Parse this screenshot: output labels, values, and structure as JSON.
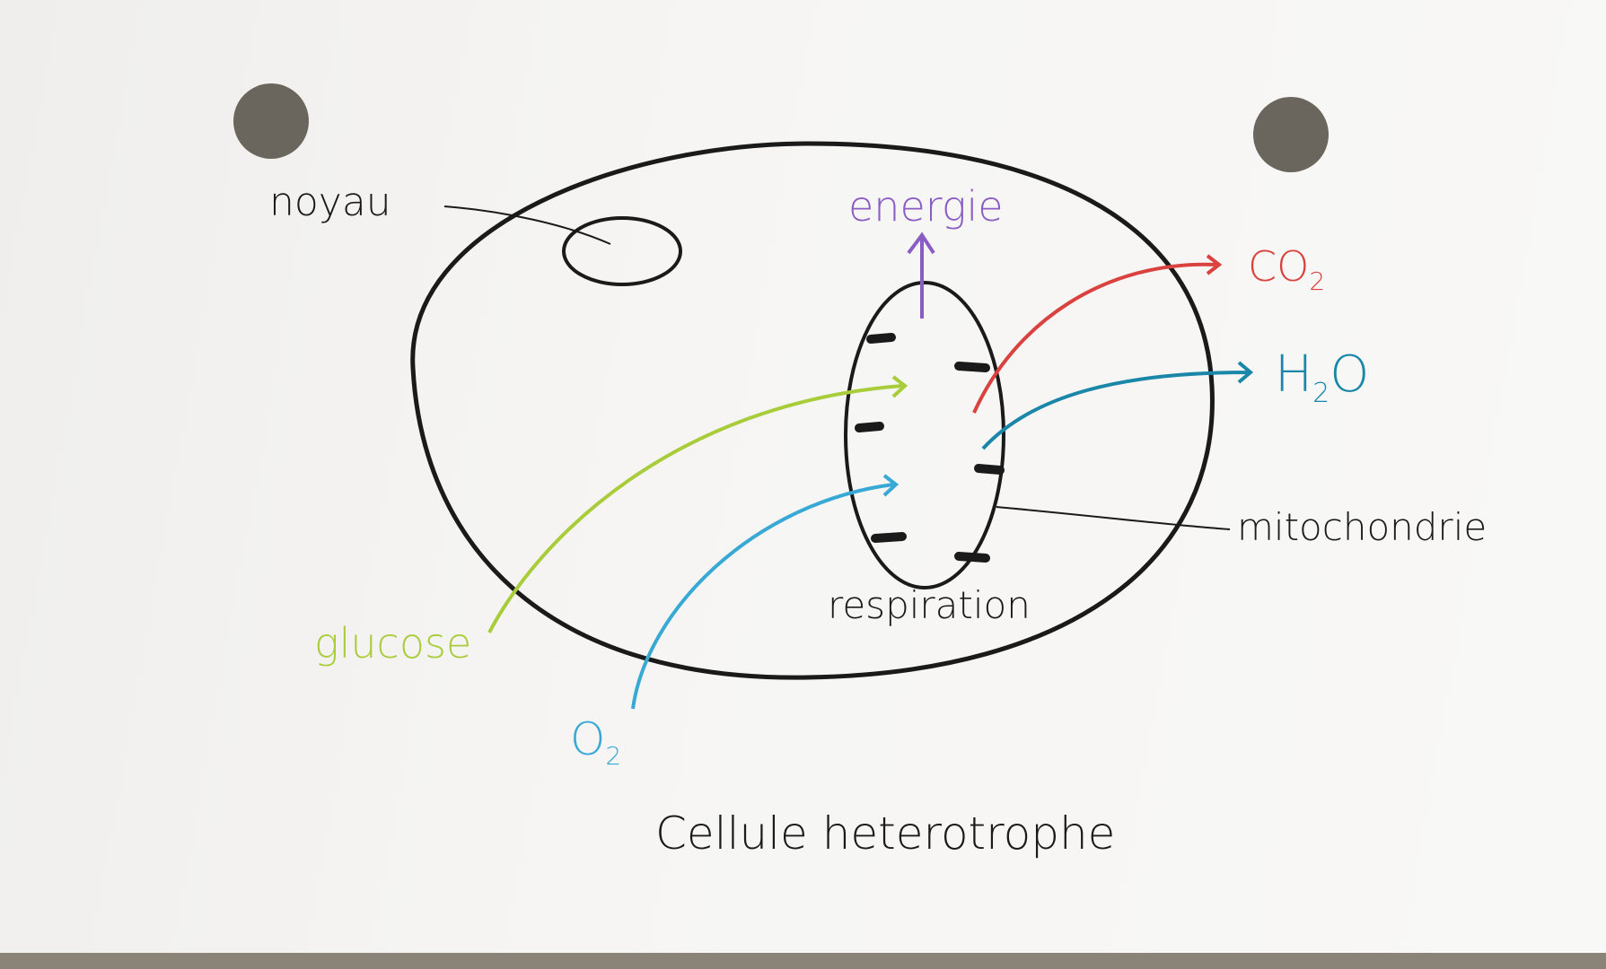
{
  "title": "Cellule heterotrophe",
  "labels": {
    "noyau": "noyau",
    "energie": "energie",
    "co2": "CO",
    "co2_sub": "2",
    "h2o_h": "H",
    "h2o_sub": "2",
    "h2o_o": "O",
    "mitochondrie": "mitochondrie",
    "respiration": "respiration",
    "glucose": "glucose",
    "o2": "O",
    "o2_sub": "2"
  },
  "colors": {
    "outline": "#1a1a1a",
    "energie": "#8a5cc4",
    "co2": "#d9423e",
    "h2o": "#1a86a8",
    "glucose": "#a9cc3a",
    "o2": "#37a9d4",
    "hole": "#6b665d"
  }
}
